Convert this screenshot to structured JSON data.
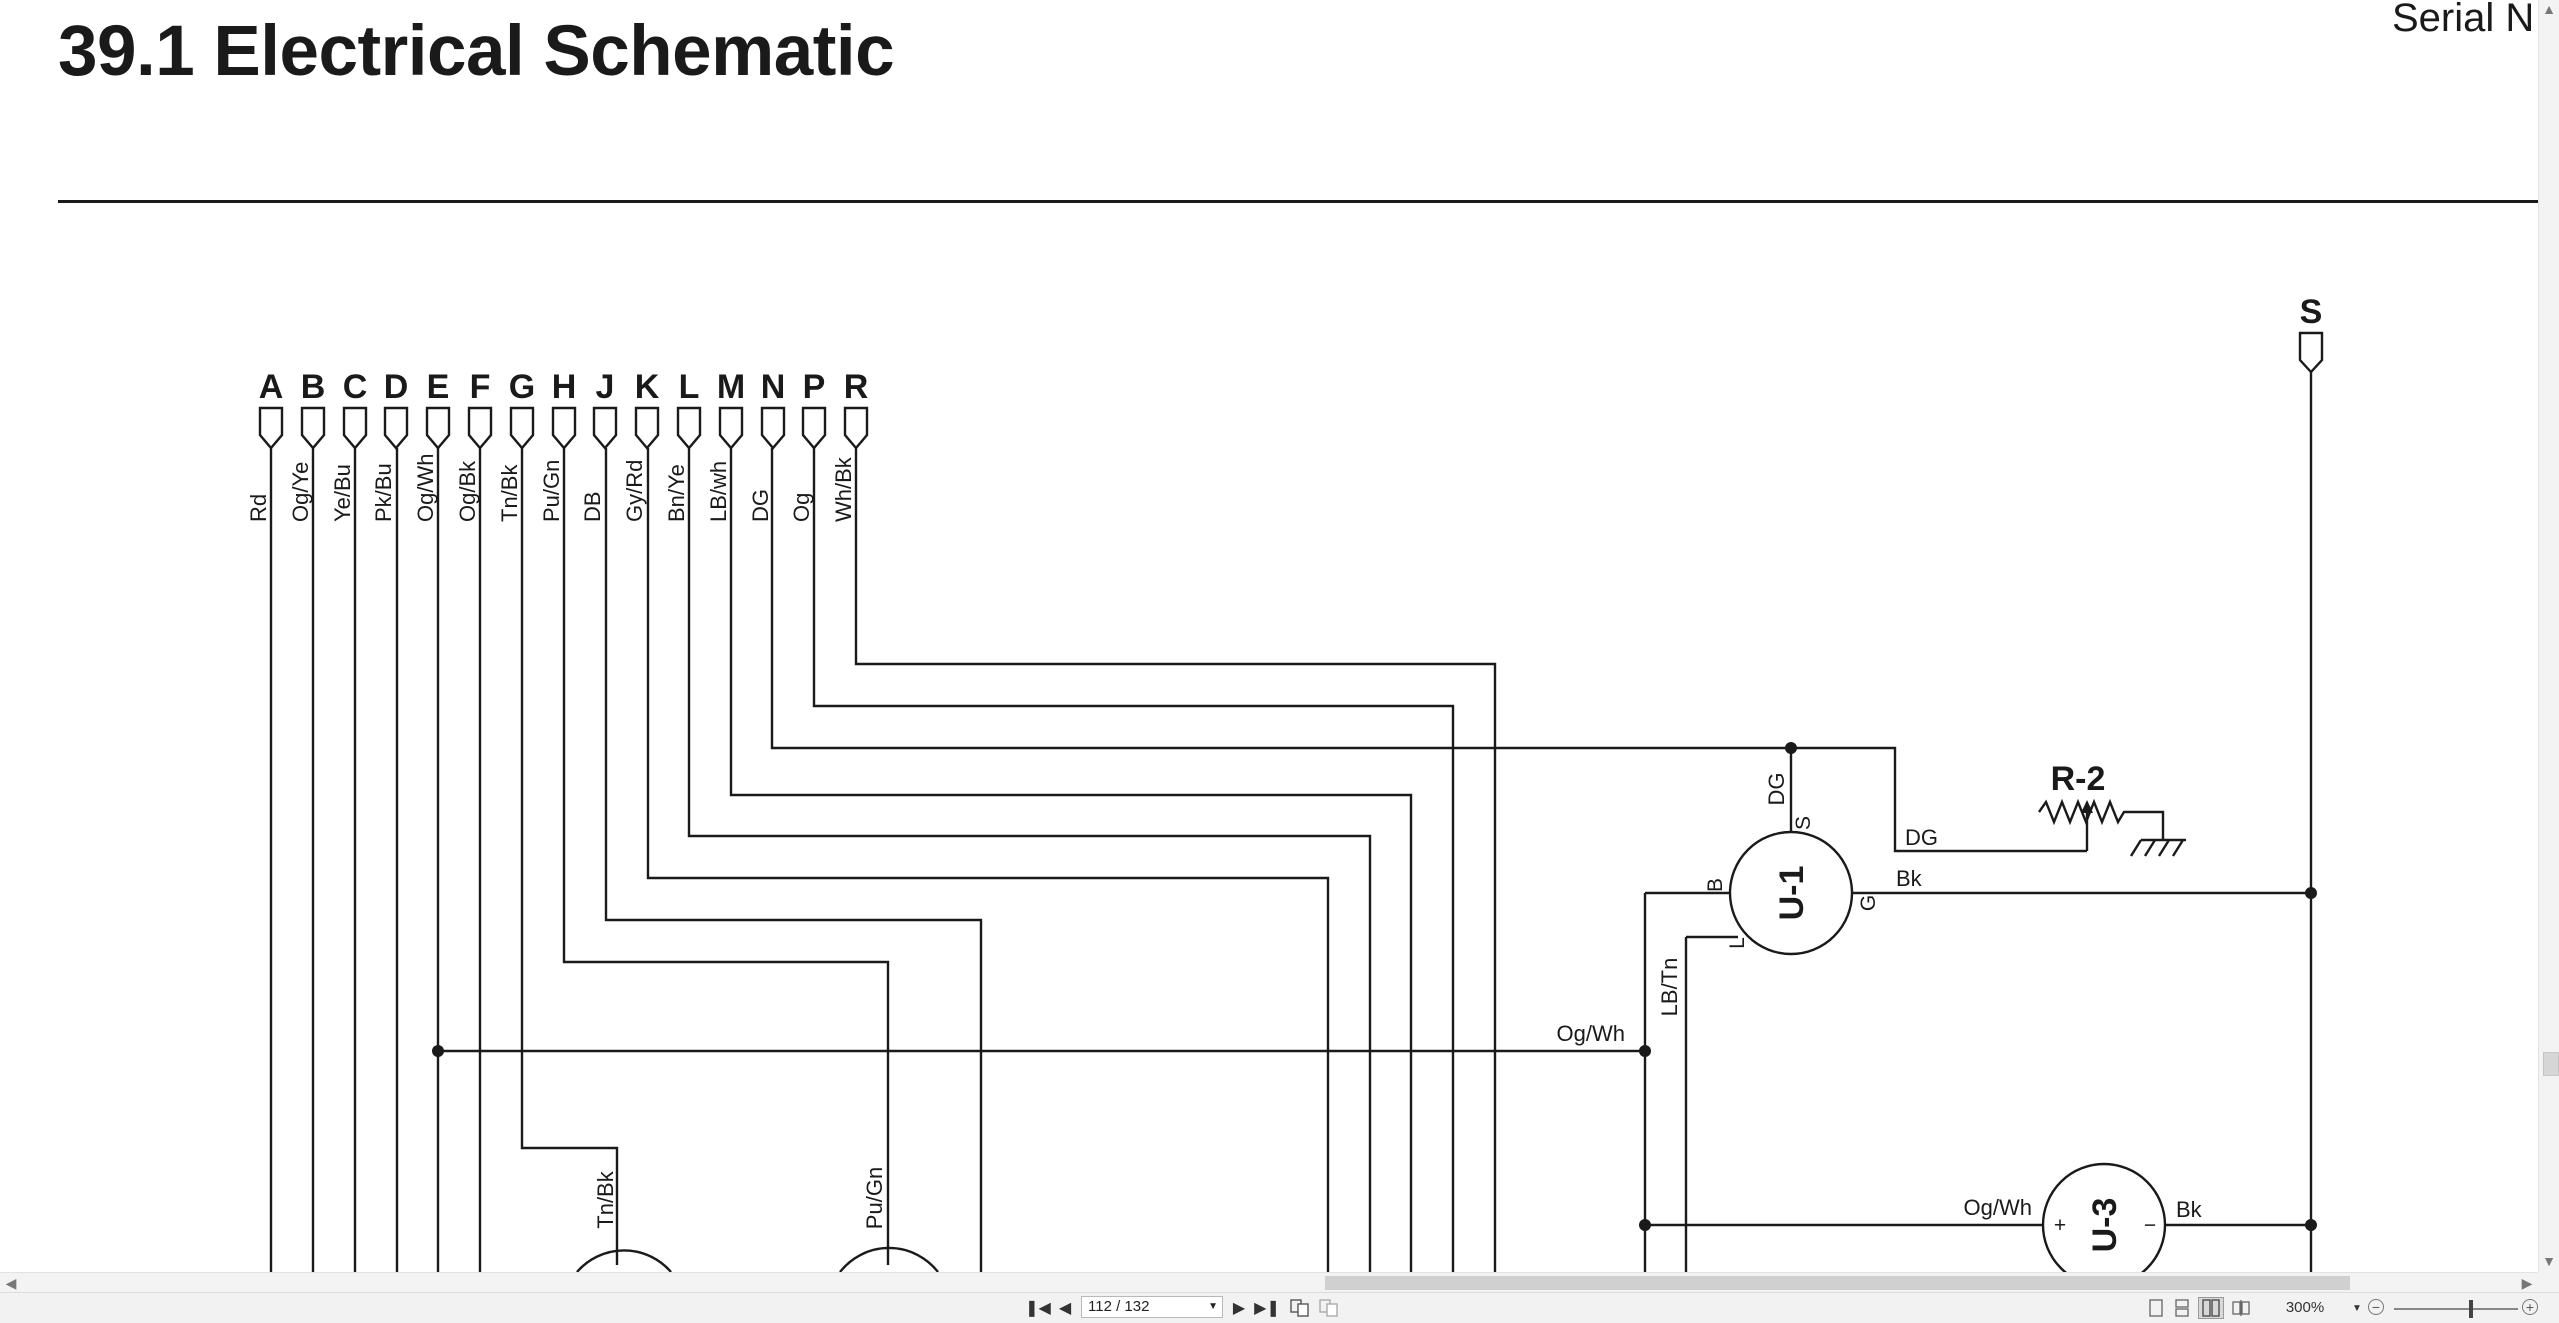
{
  "document": {
    "title": "39.1 Electrical Schematic",
    "header_right": "Serial N"
  },
  "schematic": {
    "connector_pins": [
      "A",
      "B",
      "C",
      "D",
      "E",
      "F",
      "G",
      "H",
      "J",
      "K",
      "L",
      "M",
      "N",
      "P",
      "R"
    ],
    "wire_colors": [
      "Rd",
      "Og/Ye",
      "Ye/Bu",
      "Pk/Bu",
      "Og/Wh",
      "Og/Bk",
      "Tn/Bk",
      "Pu/Gn",
      "DB",
      "Gy/Rd",
      "Bn/Ye",
      "LB/wh",
      "DG",
      "Og",
      "Wh/Bk"
    ],
    "s_terminal": "S",
    "components": {
      "u1": {
        "name": "U-1",
        "pin_s": "S",
        "pin_b": "B",
        "pin_l": "L",
        "pin_g": "G"
      },
      "r2": {
        "name": "R-2"
      },
      "u3": {
        "name": "U-3",
        "plus": "+",
        "minus": "−"
      }
    },
    "net_labels": {
      "dg_upper": "DG",
      "dg_lower": "DG",
      "bk_u1": "Bk",
      "og_wh_mid": "Og/Wh",
      "lb_tn": "LB/Tn",
      "og_wh_u3": "Og/Wh",
      "bk_u3": "Bk",
      "tn_bk_lower": "Tn/Bk",
      "pu_gn_lower": "Pu/Gn"
    }
  },
  "status_bar": {
    "page_indicator": "112 / 132",
    "zoom": "300%"
  },
  "icons": [
    "first-page-icon",
    "prev-page-icon",
    "next-page-icon",
    "last-page-icon",
    "single-page-icon",
    "continuous-icon",
    "two-page-icon",
    "book-icon",
    "zoom-out-icon",
    "zoom-in-icon",
    "scroll-up-icon",
    "scroll-down-icon",
    "scroll-left-icon",
    "scroll-right-icon"
  ]
}
